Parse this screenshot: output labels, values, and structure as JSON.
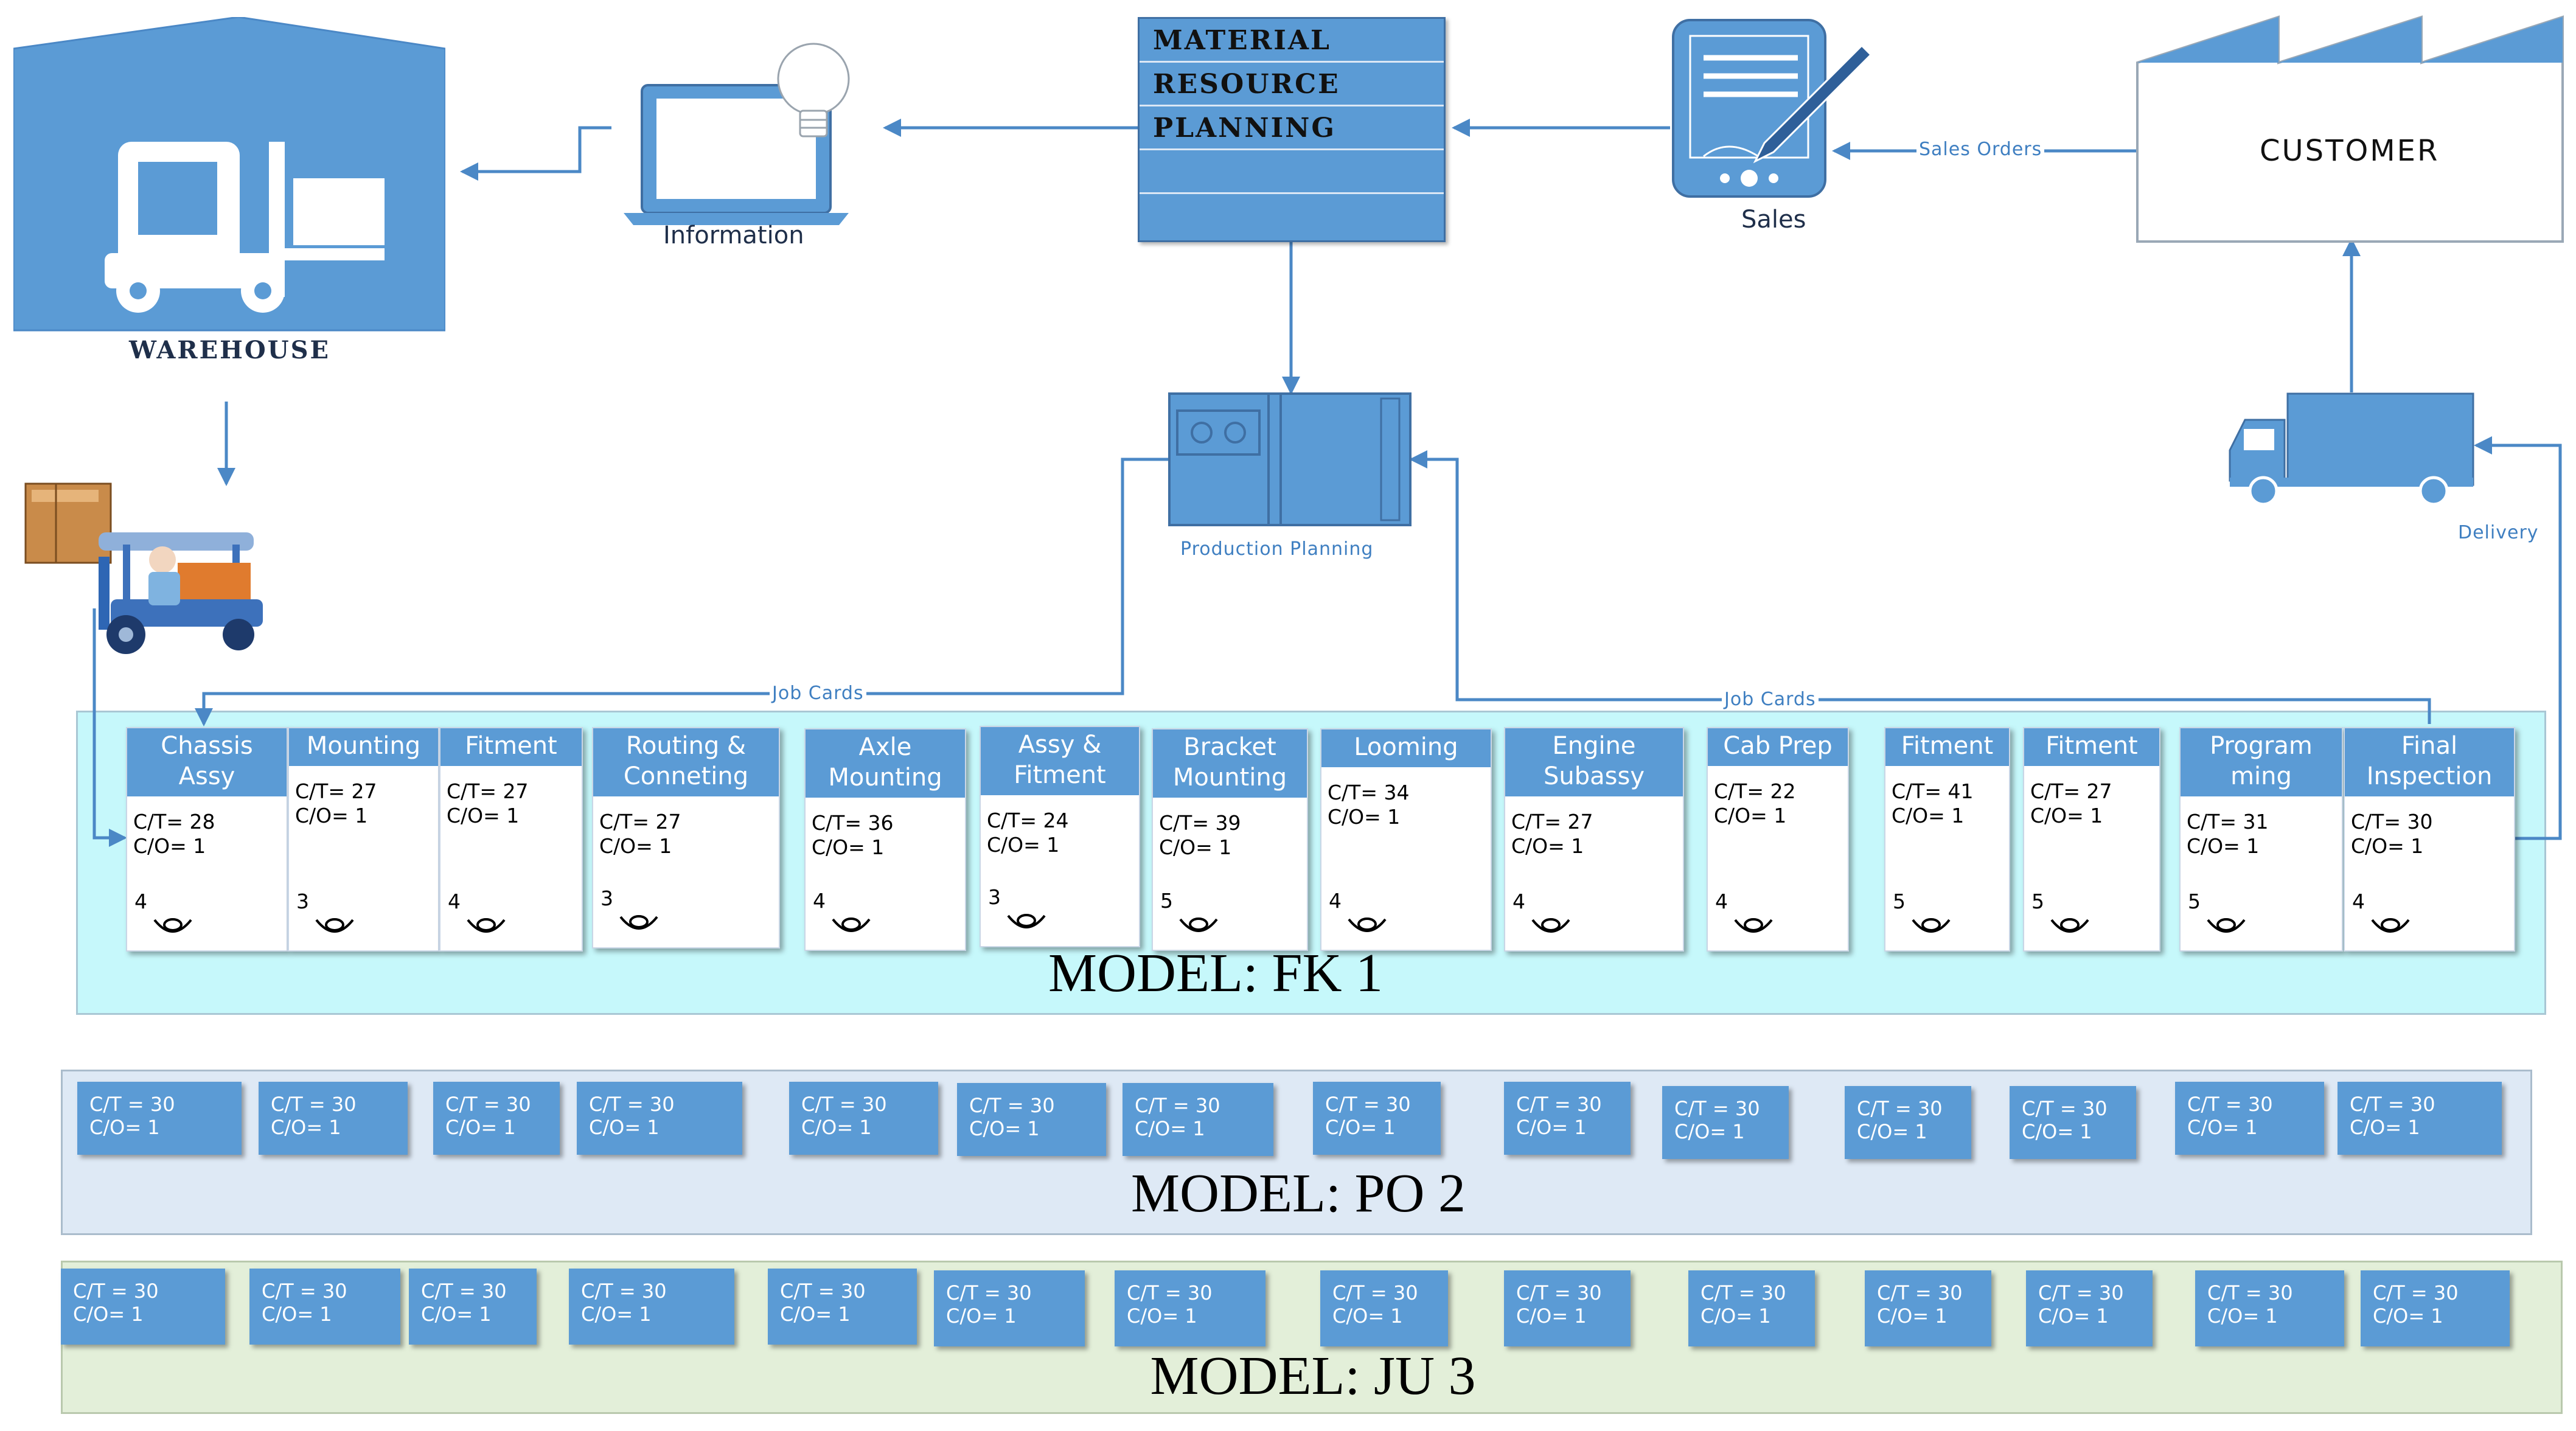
{
  "warehouse": {
    "label": "WAREHOUSE"
  },
  "information": {
    "label": "Information"
  },
  "mrp": {
    "rows": [
      "MATERIAL",
      "RESOURCE",
      "PLANNING",
      ""
    ]
  },
  "sales": {
    "label": "Sales"
  },
  "customer": {
    "label": "CUSTOMER"
  },
  "flows": {
    "sales_orders": "Sales Orders",
    "delivery": "Delivery",
    "job_cards_left": "Job Cards",
    "job_cards_right": "Job Cards"
  },
  "production_planning": {
    "label": "Production Planning"
  },
  "models": [
    {
      "title": "MODEL: FK 1",
      "stations": [
        {
          "name": "Chassis\nAssy",
          "ct": "C/T= 28",
          "co": "C/O= 1",
          "op": "4"
        },
        {
          "name": "Mounting",
          "ct": "C/T= 27",
          "co": "C/O= 1",
          "op": "3"
        },
        {
          "name": "Fitment",
          "ct": "C/T= 27",
          "co": "C/O= 1",
          "op": "4"
        },
        {
          "name": "Routing &\nConneting",
          "ct": "C/T= 27",
          "co": "C/O= 1",
          "op": "3"
        },
        {
          "name": "Axle\nMounting",
          "ct": "C/T= 36",
          "co": "C/O= 1",
          "op": "4"
        },
        {
          "name": "Assy &\nFitment",
          "ct": "C/T= 24",
          "co": "C/O= 1",
          "op": "3"
        },
        {
          "name": "Bracket\nMounting",
          "ct": "C/T= 39",
          "co": "C/O= 1",
          "op": "5"
        },
        {
          "name": "Looming",
          "ct": "C/T= 34",
          "co": "C/O= 1",
          "op": "4"
        },
        {
          "name": "Engine\nSubassy",
          "ct": "C/T= 27",
          "co": "C/O= 1",
          "op": "4"
        },
        {
          "name": "Cab Prep",
          "ct": "C/T= 22",
          "co": "C/O= 1",
          "op": "4"
        },
        {
          "name": "Fitment",
          "ct": "C/T= 41",
          "co": "C/O= 1",
          "op": "5"
        },
        {
          "name": "Fitment",
          "ct": "C/T= 27",
          "co": "C/O= 1",
          "op": "5"
        },
        {
          "name": "Program\nming",
          "ct": "C/T= 31",
          "co": "C/O= 1",
          "op": "5"
        },
        {
          "name": "Final\nInspection",
          "ct": "C/T= 30",
          "co": "C/O= 1",
          "op": "4"
        }
      ]
    },
    {
      "title": "MODEL: PO 2",
      "boxes": [
        {
          "ct": "C/T = 30",
          "co": "C/O= 1"
        },
        {
          "ct": "C/T = 30",
          "co": "C/O= 1"
        },
        {
          "ct": "C/T = 30",
          "co": "C/O= 1"
        },
        {
          "ct": "C/T = 30",
          "co": "C/O= 1"
        },
        {
          "ct": "C/T = 30",
          "co": "C/O= 1"
        },
        {
          "ct": "C/T = 30",
          "co": "C/O= 1"
        },
        {
          "ct": "C/T = 30",
          "co": "C/O= 1"
        },
        {
          "ct": "C/T = 30",
          "co": "C/O= 1"
        },
        {
          "ct": "C/T = 30",
          "co": "C/O= 1"
        },
        {
          "ct": "C/T = 30",
          "co": "C/O= 1"
        },
        {
          "ct": "C/T = 30",
          "co": "C/O= 1"
        },
        {
          "ct": "C/T = 30",
          "co": "C/O= 1"
        },
        {
          "ct": "C/T = 30",
          "co": "C/O= 1"
        },
        {
          "ct": "C/T = 30",
          "co": "C/O= 1"
        }
      ]
    },
    {
      "title": "MODEL: JU 3",
      "boxes": [
        {
          "ct": "C/T = 30",
          "co": "C/O= 1"
        },
        {
          "ct": "C/T = 30",
          "co": "C/O= 1"
        },
        {
          "ct": "C/T = 30",
          "co": "C/O= 1"
        },
        {
          "ct": "C/T = 30",
          "co": "C/O= 1"
        },
        {
          "ct": "C/T = 30",
          "co": "C/O= 1"
        },
        {
          "ct": "C/T = 30",
          "co": "C/O= 1"
        },
        {
          "ct": "C/T = 30",
          "co": "C/O= 1"
        },
        {
          "ct": "C/T = 30",
          "co": "C/O= 1"
        },
        {
          "ct": "C/T = 30",
          "co": "C/O= 1"
        },
        {
          "ct": "C/T = 30",
          "co": "C/O= 1"
        },
        {
          "ct": "C/T = 30",
          "co": "C/O= 1"
        },
        {
          "ct": "C/T = 30",
          "co": "C/O= 1"
        },
        {
          "ct": "C/T = 30",
          "co": "C/O= 1"
        },
        {
          "ct": "C/T = 30",
          "co": "C/O= 1"
        }
      ]
    }
  ]
}
